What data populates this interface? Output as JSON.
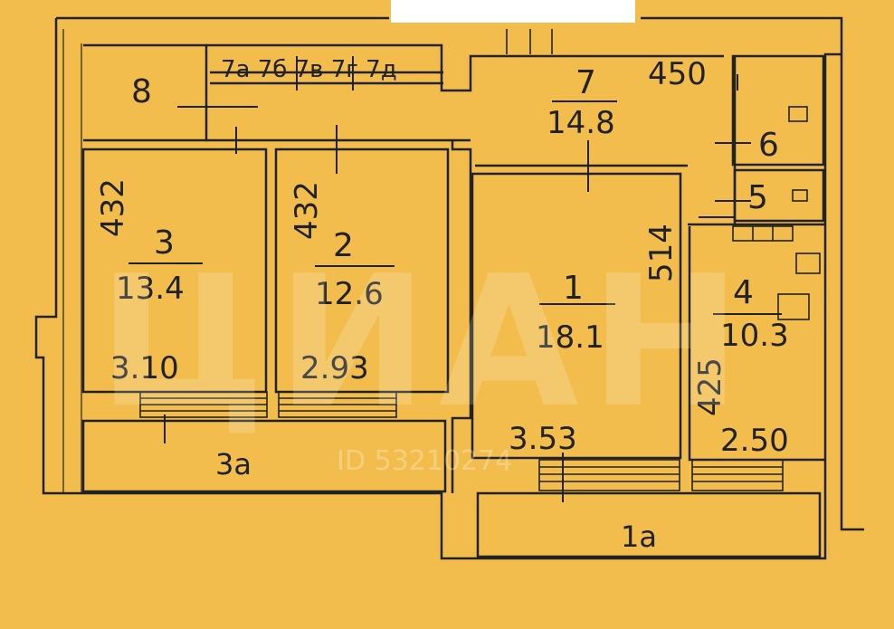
{
  "colors": {
    "paper": "#f2bd4d",
    "ink": "#222222",
    "mask": "#ffffff"
  },
  "rooms": [
    {
      "id": "1",
      "area": "18.1",
      "dims": [
        "3.53",
        "514"
      ]
    },
    {
      "id": "2",
      "area": "12.6",
      "dims": [
        "2.93",
        "432"
      ]
    },
    {
      "id": "3",
      "area": "13.4",
      "dims": [
        "3.10",
        "432"
      ]
    },
    {
      "id": "4",
      "area": "10.3",
      "dims": [
        "2.50",
        "425"
      ]
    },
    {
      "id": "5"
    },
    {
      "id": "6"
    },
    {
      "id": "7",
      "area": "14.8",
      "dims": [
        "450"
      ]
    },
    {
      "id": "8"
    },
    {
      "id": "1a"
    },
    {
      "id": "3a"
    },
    {
      "id": "7б",
      "label": "7a 7б 7в 7г 7д"
    }
  ],
  "watermark": {
    "text": "ЦИАН",
    "id": "ID 53210274"
  }
}
